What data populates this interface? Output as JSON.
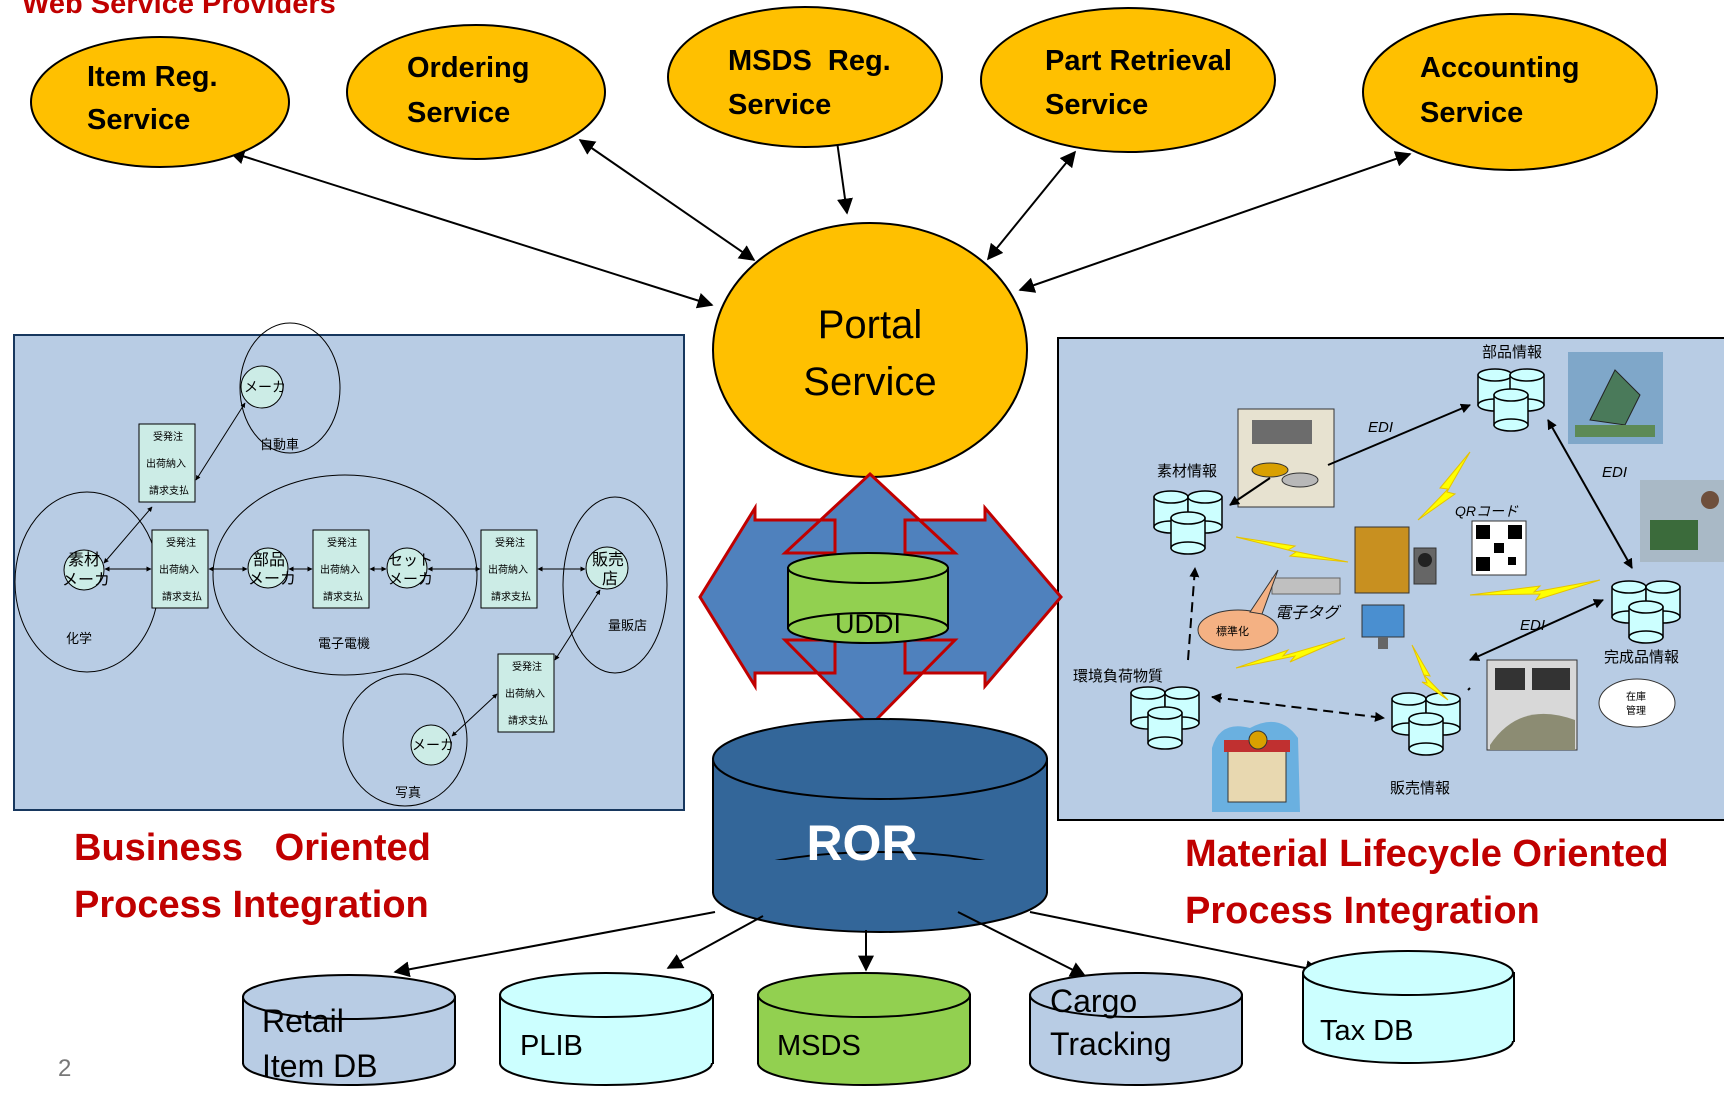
{
  "header": {
    "title": "Web Service Providers"
  },
  "providers": [
    {
      "line1": "Item Reg.",
      "line2": "Service"
    },
    {
      "line1": "Ordering",
      "line2": "Service"
    },
    {
      "line1": "MSDS  Reg.",
      "line2": "Service"
    },
    {
      "line1": "Part Retrieval",
      "line2": "Service"
    },
    {
      "line1": "Accounting",
      "line2": "Service"
    }
  ],
  "portal": {
    "line1": "Portal",
    "line2": "Service"
  },
  "uddi": {
    "label": "UDDI"
  },
  "ror": {
    "label": "ROR"
  },
  "databases": [
    {
      "line1": "Retail",
      "line2": "Item DB"
    },
    {
      "line1": "PLIB",
      "line2": ""
    },
    {
      "line1": "MSDS",
      "line2": ""
    },
    {
      "line1": "Cargo",
      "line2": "Tracking"
    },
    {
      "line1": "Tax DB",
      "line2": ""
    }
  ],
  "business_label": {
    "line1": "Business   Oriented",
    "line2": "Process Integration"
  },
  "material_label": {
    "line1": "Material Lifecycle Oriented",
    "line2": "Process Integration"
  },
  "left_panel": {
    "makers": {
      "automobile": "メーカ",
      "photo": "メーカ"
    },
    "material_maker": [
      "素材",
      "メーカ"
    ],
    "parts_maker": [
      "部品",
      "メーカ"
    ],
    "set_maker": [
      "セット",
      "メーカ"
    ],
    "retail_store": [
      "販売",
      "店"
    ],
    "proc_steps": [
      "受発注",
      "出荷納入",
      "請求支払"
    ],
    "labels": {
      "automobile": "自動車",
      "chemical": "化学",
      "electric": "電子電機",
      "mass_retailer": "量販店",
      "photo": "写真"
    }
  },
  "right_panel": {
    "parts_info": "部品情報",
    "material_info": "素材情報",
    "product_info": "完成品情報",
    "env_material": "環境負荷物質",
    "sales_info": "販売情報",
    "edi": "EDI",
    "qr_code": "QRコード",
    "e_tag": "電子タグ",
    "standardization": "標準化",
    "inventory": [
      "在庫",
      "管理"
    ]
  },
  "page_number": "2",
  "colors": {
    "provider_fill": "#ffc000",
    "panel_fill": "#b8cce4",
    "uddi_fill": "#92d050",
    "ror_fill": "#336699",
    "db_lightblue": "#b8cce4",
    "db_cyan": "#ccffff",
    "db_green": "#92d050",
    "accent_red": "#c00000"
  }
}
